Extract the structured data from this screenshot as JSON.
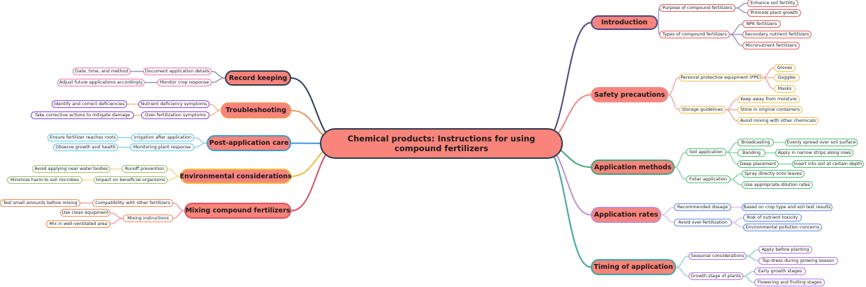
{
  "title": "Chemical products: Instructions for using compound fertilizers",
  "branches": [
    {
      "label": "Introduction",
      "children": [
        {
          "label": "Purpose of compound fertilizers",
          "children": [
            {
              "label": "Enhance soil fertility"
            },
            {
              "label": "Promote plant growth"
            }
          ]
        },
        {
          "label": "Types of compound fertilizers",
          "children": [
            {
              "label": "NPK fertilizers"
            },
            {
              "label": "Secondary nutrient fertilizers"
            },
            {
              "label": "Micronutrient fertilizers"
            }
          ]
        }
      ]
    },
    {
      "label": "Safety precautions",
      "children": [
        {
          "label": "Personal protective equipment (PPE)",
          "children": [
            {
              "label": "Gloves"
            },
            {
              "label": "Goggles"
            },
            {
              "label": "Masks"
            }
          ]
        },
        {
          "label": "Storage guidelines",
          "children": [
            {
              "label": "Keep away from moisture"
            },
            {
              "label": "Store in original containers"
            },
            {
              "label": "Avoid mixing with other chemicals"
            }
          ]
        }
      ]
    },
    {
      "label": "Application methods",
      "children": [
        {
          "label": "Soil application",
          "children": [
            {
              "label": "Broadcasting",
              "children": [
                {
                  "label": "Evenly spread over soil surface"
                }
              ]
            },
            {
              "label": "Banding",
              "children": [
                {
                  "label": "Apply in narrow strips along rows"
                }
              ]
            },
            {
              "label": "Deep placement",
              "children": [
                {
                  "label": "Insert into soil at certain depth"
                }
              ]
            }
          ]
        },
        {
          "label": "Foliar application",
          "children": [
            {
              "label": "Spray directly onto leaves"
            },
            {
              "label": "Use appropriate dilution rates"
            }
          ]
        }
      ]
    },
    {
      "label": "Application rates",
      "children": [
        {
          "label": "Recommended dosage",
          "children": [
            {
              "label": "Based on crop type and soil test results"
            }
          ]
        },
        {
          "label": "Avoid over-fertilization",
          "children": [
            {
              "label": "Risk of nutrient toxicity"
            },
            {
              "label": "Environmental pollution concerns"
            }
          ]
        }
      ]
    },
    {
      "label": "Timing of application",
      "children": [
        {
          "label": "Seasonal considerations",
          "children": [
            {
              "label": "Apply before planting"
            },
            {
              "label": "Top-dress during growing season"
            }
          ]
        },
        {
          "label": "Growth stage of plants",
          "children": [
            {
              "label": "Early growth stages"
            },
            {
              "label": "Flowering and fruiting stages"
            }
          ]
        }
      ]
    },
    {
      "label": "Record keeping",
      "children": [
        {
          "label": "Document application details",
          "children": [
            {
              "label": "Date, time, and method"
            }
          ]
        },
        {
          "label": "Monitor crop response",
          "children": [
            {
              "label": "Adjust future applications accordingly"
            }
          ]
        }
      ]
    },
    {
      "label": "Troubleshooting",
      "children": [
        {
          "label": "Nutrient deficiency symptoms",
          "children": [
            {
              "label": "Identify and correct deficiencies"
            }
          ]
        },
        {
          "label": "Over-fertilization symptoms",
          "children": [
            {
              "label": "Take corrective actions to mitigate damage"
            }
          ]
        }
      ]
    },
    {
      "label": "Post-application care",
      "children": [
        {
          "label": "Irrigation after application",
          "children": [
            {
              "label": "Ensure fertilizer reaches roots"
            }
          ]
        },
        {
          "label": "Monitoring plant response",
          "children": [
            {
              "label": "Observe growth and health"
            }
          ]
        }
      ]
    },
    {
      "label": "Environmental considerations",
      "children": [
        {
          "label": "Runoff prevention",
          "children": [
            {
              "label": "Avoid applying near water bodies"
            }
          ]
        },
        {
          "label": "Impact on beneficial organisms",
          "children": [
            {
              "label": "Minimize harm to soil microbes"
            }
          ]
        }
      ]
    },
    {
      "label": "Mixing compound fertilizers",
      "children": [
        {
          "label": "Compatibility with other fertilizers",
          "children": [
            {
              "label": "Test small amounts before mixing"
            }
          ]
        },
        {
          "label": "Mixing instructions",
          "children": [
            {
              "label": "Use clean equipment"
            },
            {
              "label": "Mix in well-ventilated area"
            }
          ]
        }
      ]
    }
  ]
}
